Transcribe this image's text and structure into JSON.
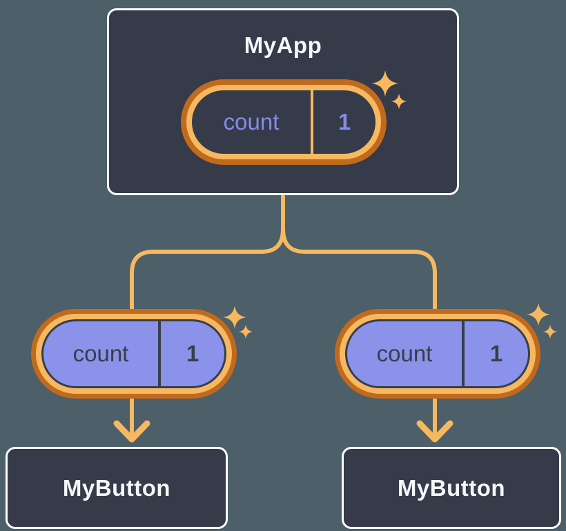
{
  "diagram": {
    "root": {
      "title": "MyApp",
      "state": {
        "label": "count",
        "value": "1"
      }
    },
    "children": [
      {
        "title": "MyButton",
        "prop": {
          "label": "count",
          "value": "1"
        }
      },
      {
        "title": "MyButton",
        "prop": {
          "label": "count",
          "value": "1"
        }
      }
    ]
  },
  "icons": {
    "decoration": "sparkle-icon",
    "connector_end": "arrow-down-icon"
  },
  "colors": {
    "bg": "#4D5F68",
    "node-fill": "#353B48",
    "node-border": "#FFFFFF",
    "title-text": "#F6F7F9",
    "line": "#F6B860",
    "ring-outer": "#C26A1C",
    "lavender": "#858CE8",
    "prop-fill": "#8A92EA",
    "dark-text": "#383E4A"
  }
}
